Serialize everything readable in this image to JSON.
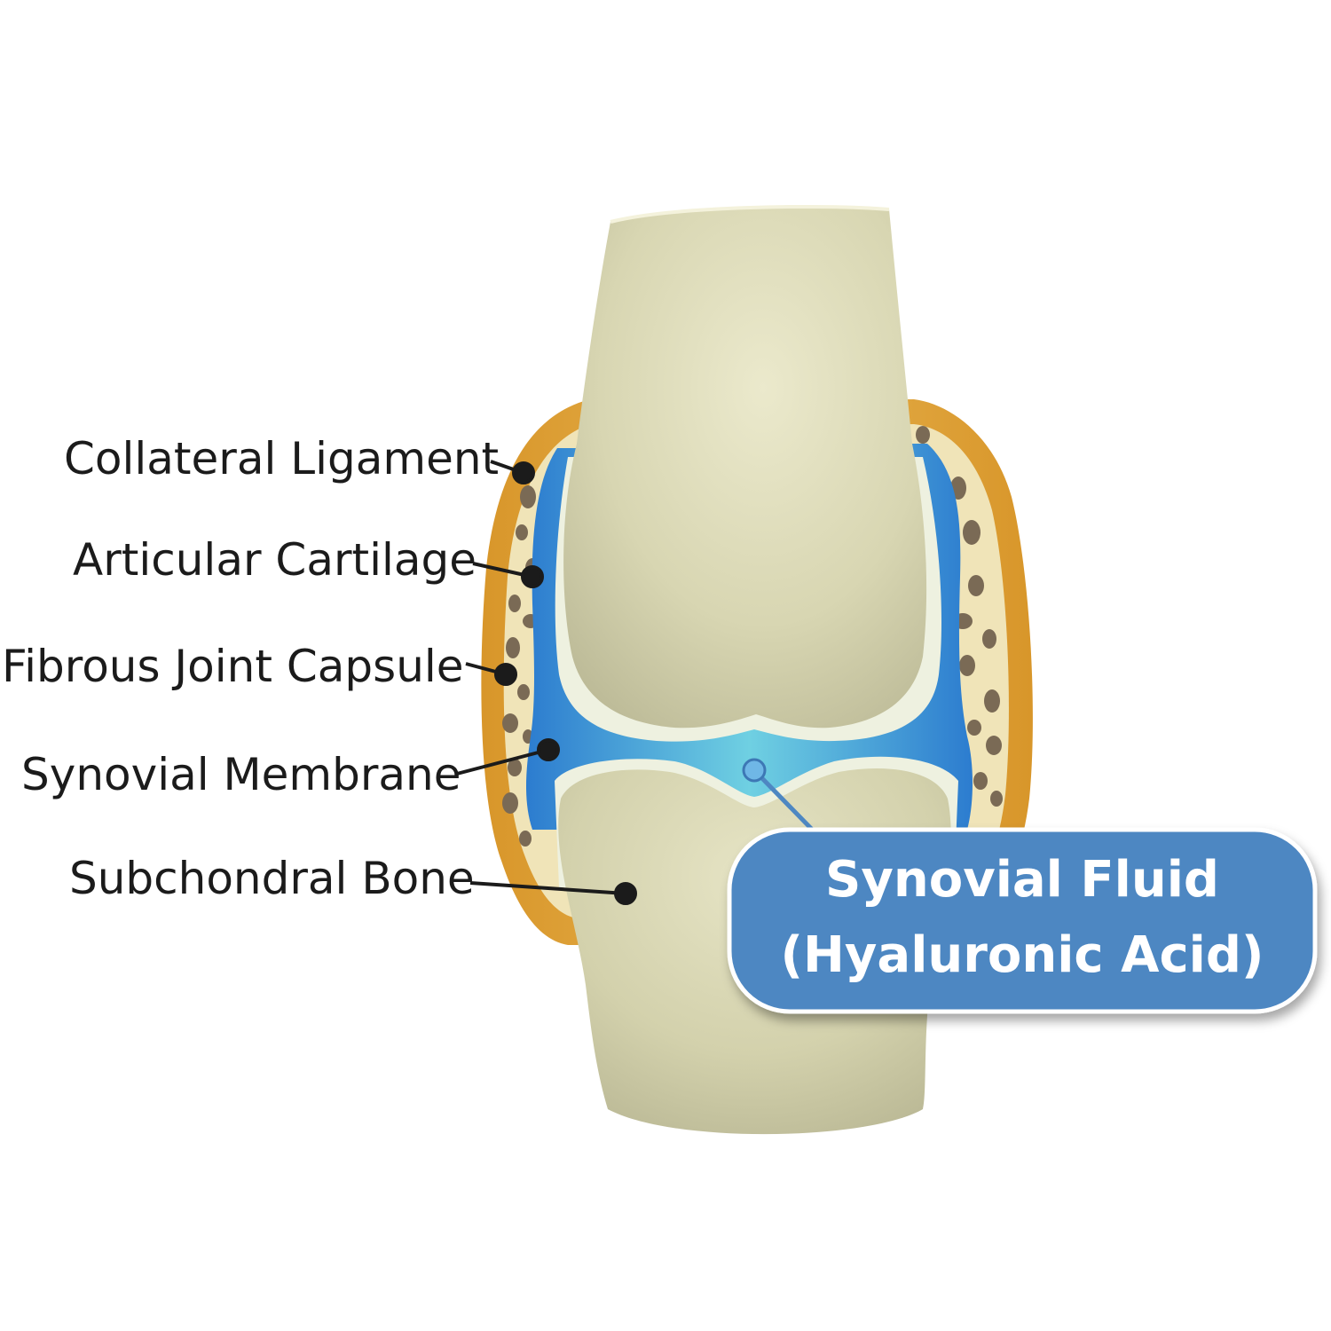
{
  "labels": {
    "collateral_ligament": "Collateral Ligament",
    "articular_cartilage": "Articular Cartilage",
    "fibrous_joint_capsule": "Fibrous Joint Capsule",
    "synovial_membrane": "Synovial Membrane",
    "subchondral_bone": "Subchondral Bone"
  },
  "callout": {
    "line1": "Synovial Fluid",
    "line2": "(Hyaluronic Acid)"
  },
  "colors": {
    "bone": "#d9d6b1",
    "bone_light": "#e9e7c9",
    "capsule": "#e0a63c",
    "fluid_blue": "#2f7fd0",
    "fluid_light": "#6fd0e0",
    "cartilage": "#eef1e0",
    "callout_bg": "#4e87c2",
    "spots": "#7a6a55"
  }
}
